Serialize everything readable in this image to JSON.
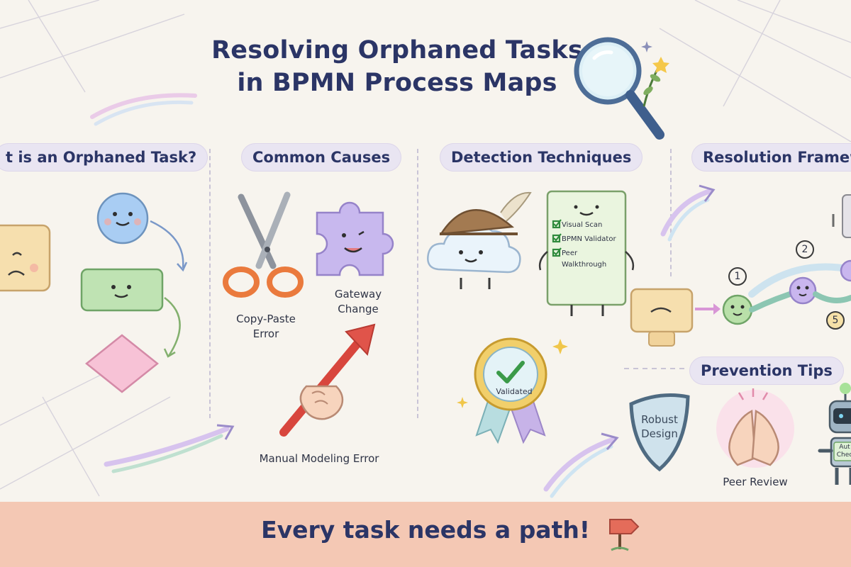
{
  "title": {
    "line1": "Resolving Orphaned Tasks",
    "line2": "in BPMN Process Maps"
  },
  "sections": {
    "what_is": "t is an Orphaned Task?",
    "common_causes": "Common Causes",
    "detection": "Detection Techniques",
    "resolution": "Resolution Framew",
    "prevention": "Prevention Tips"
  },
  "causes": {
    "copy_paste_line1": "Copy-Paste",
    "copy_paste_line2": "Error",
    "gateway_line1": "Gateway",
    "gateway_line2": "Change",
    "manual": "Manual Modeling Error"
  },
  "detection": {
    "checklist": [
      "Visual Scan",
      "BPMN Validator",
      "Peer",
      "Walkthrough"
    ],
    "badge": "Validated"
  },
  "resolution": {
    "steps": [
      "1",
      "2",
      "5"
    ]
  },
  "prevention": {
    "shield_line1": "Robust",
    "shield_line2": "Design",
    "peer_review": "Peer Review",
    "robot_line1": "Aut",
    "robot_line2": "Chec"
  },
  "footer": "Every task needs a path!",
  "colors": {
    "ink": "#2b3566",
    "pill_bg": "#e9e5f2",
    "footer_bg": "#f4c8b4",
    "background": "#f7f4ee"
  }
}
